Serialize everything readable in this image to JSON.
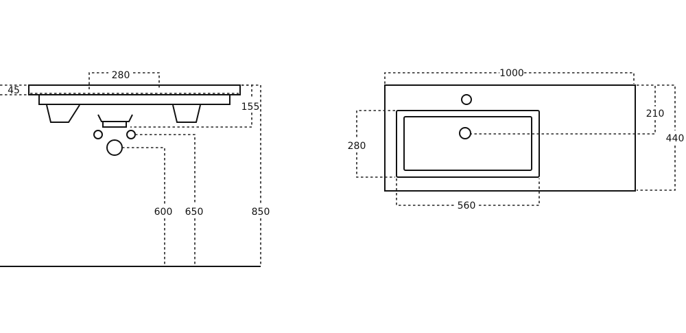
{
  "side_view": {
    "dims": {
      "tap_spacing": "280",
      "rim_thickness": "45",
      "basin_depth": "155",
      "drain_height": "600",
      "waste_height": "650",
      "total_height": "850"
    }
  },
  "top_view": {
    "dims": {
      "width": "1000",
      "bowl_depth": "280",
      "drain_offset": "210",
      "depth": "440",
      "bowl_width": "560"
    }
  }
}
